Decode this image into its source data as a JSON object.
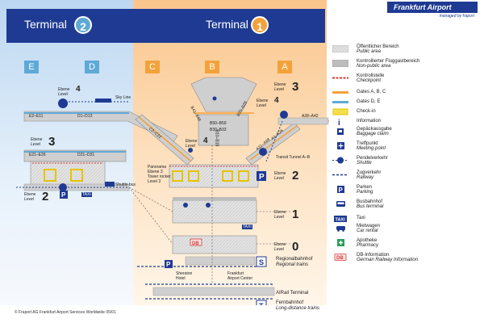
{
  "brand": {
    "name": "Frankfurt Airport",
    "tagline": "managed by fraport"
  },
  "terminals": [
    {
      "label": "Terminal",
      "number": "2",
      "color": "#5fa9d6"
    },
    {
      "label": "Terminal",
      "number": "1",
      "color": "#f3a23b"
    }
  ],
  "gate_letters": {
    "E": "E",
    "D": "D",
    "C": "C",
    "B": "B",
    "A": "A"
  },
  "levels": {
    "word_de": "Ebene",
    "word_en": "Level",
    "t2_level4": "4",
    "t2_level3": "3",
    "t2_level2": "2",
    "t1_level3": "3",
    "t1_level4a": "4",
    "t1_level4b": "4",
    "t1_level2": "2",
    "t1_level1": "1",
    "t1_level0": "0"
  },
  "map_labels": {
    "skyline": "Sky Line",
    "e2_e11": "E2–E11",
    "d1_d13": "D1–D13",
    "e21_e26": "E21–E26",
    "d21_d31": "D21–D31",
    "shuttle_bus": "Shuttle bus",
    "c2_c22": "C2–C22",
    "b41_b48": "B41–B48",
    "b20_b28": "B20–B28",
    "b30_b50": "B50–B59",
    "b30_b33": "B30–B33",
    "b10_b18": "B10–B18",
    "a1_a26": "A1–A26",
    "a28_a42": "A28–A42",
    "a31_a48": "A31–A48",
    "transit_tunnel": "Transit Tunnel A–B",
    "panorama_1": "Panorama",
    "panorama_2": "Ebene 3",
    "panorama_3": "Tower rocker",
    "panorama_4": "Level 3",
    "sheraton_1": "Sheraton",
    "sheraton_2": "Hotel",
    "fac_1": "Frankfurt",
    "fac_2": "Airport Center",
    "regional_1": "Regionalbahnhof",
    "regional_2": "Regional trains",
    "airrail": "AIRail Terminal",
    "fern_1": "Fernbahnhof",
    "fern_2": "Long-distance trains",
    "taxi": "TAXI"
  },
  "legend": [
    {
      "icon": "public-area-swatch",
      "de": "Öffentlicher Bereich",
      "en": "Public area"
    },
    {
      "icon": "nonpublic-area-swatch",
      "de": "Kontrollierter Fluggastbereich",
      "en": "Non-public area"
    },
    {
      "icon": "checkpoint-line",
      "de": "Kontrollstelle",
      "en": "Checkpoint"
    },
    {
      "icon": "gates-abc-line",
      "de": "Gates A, B, C",
      "en": ""
    },
    {
      "icon": "gates-de-line",
      "de": "Gates D, E",
      "en": ""
    },
    {
      "icon": "check-in-swatch",
      "de": "Check-in",
      "en": ""
    },
    {
      "icon": "information-icon",
      "de": "Information",
      "en": ""
    },
    {
      "icon": "baggage-claim-icon",
      "de": "Gepäckausgabe",
      "en": "Baggage claim"
    },
    {
      "icon": "meeting-point-icon",
      "de": "Treffpunkt",
      "en": "Meeting point"
    },
    {
      "icon": "shuttle-icon",
      "de": "Pendelverkehr",
      "en": "Shuttle"
    },
    {
      "icon": "railway-line",
      "de": "Zugverkehr",
      "en": "Railway"
    },
    {
      "icon": "parking-icon",
      "de": "Parken",
      "en": "Parking"
    },
    {
      "icon": "bus-terminal-icon",
      "de": "Busbahnhof",
      "en": "Bus terminal"
    },
    {
      "icon": "taxi-icon",
      "de": "Taxi",
      "en": ""
    },
    {
      "icon": "car-rental-icon",
      "de": "Mietwagen",
      "en": "Car rental"
    },
    {
      "icon": "pharmacy-icon",
      "de": "Apotheke",
      "en": "Pharmacy"
    },
    {
      "icon": "db-information-icon",
      "de": "DB-Information",
      "en": "German Railway Information"
    }
  ],
  "colors": {
    "terminal_band": "#1f3a93",
    "t1_accent": "#f3a23b",
    "t2_accent": "#5fa9d6",
    "checkpoint": "#d23b3b",
    "check_in": "#f4e04d",
    "public_area": "#d9d9d9",
    "nonpublic_area": "#bdbdbd"
  },
  "footer": "© Fraport AG   Frankfurt Airport Services Worldwide   05/01"
}
